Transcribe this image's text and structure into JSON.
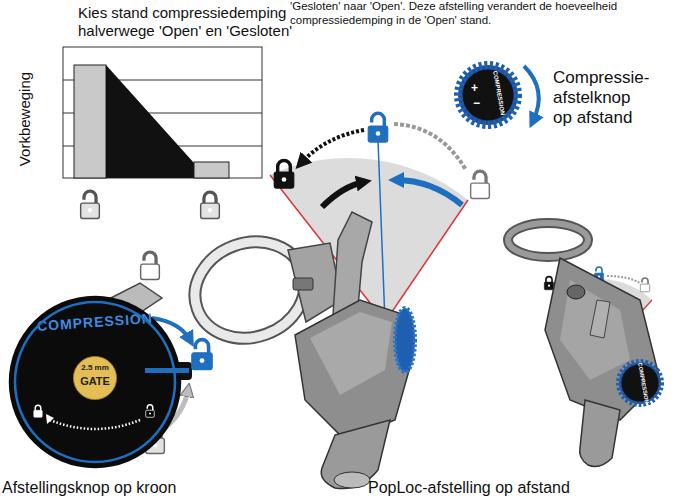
{
  "diagram": {
    "nodes": [
      {
        "text": [
          "COMPRESSION",
          "+",
          "−"
        ]
      },
      {
        "text": [
          "COMPRESSION"
        ]
      },
      {
        "text": [
          "2.5 mm",
          "GATE"
        ],
        "in": 1
      },
      {
        "text": [
          "COMPRESSION"
        ]
      }
    ],
    "labels": [
      "Kies stand compressiedemping halverwege 'Open' en 'Gesloten'",
      "'Gesloten' naar 'Open'. Deze afstelling verandert de hoeveelheid compressiedemping in de 'Open' stand.",
      "Vorkbeweging",
      "Compressie- afstelknop op afstand",
      "Afstellingsknop op kroon",
      "PopLoc-afstelling op afstand"
    ]
  }
}
